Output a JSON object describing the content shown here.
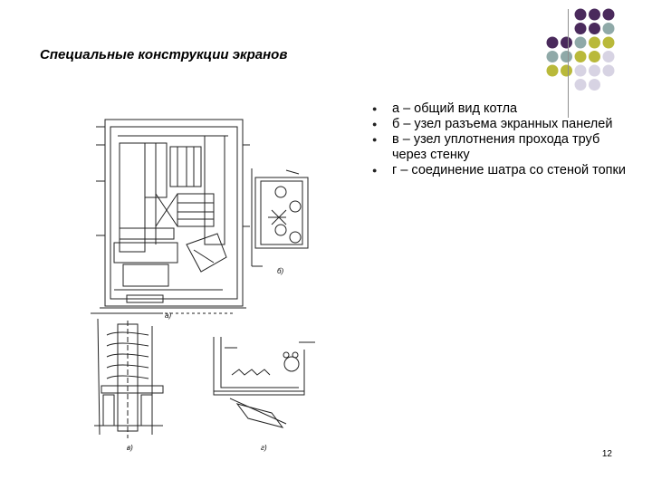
{
  "slide": {
    "title": "Специальные конструкции экранов",
    "bullets": [
      "а – общий вид котла",
      "б – узел разъема экранных панелей",
      "в – узел уплотнения прохода труб через стенку",
      "г – соединение шатра со стеной топки"
    ],
    "page_number": "12"
  },
  "figure_labels": {
    "a": "а)",
    "b": "б)",
    "v": "в)",
    "g": "г)"
  },
  "colors": {
    "purple": "#4a2a5c",
    "teal": "#8fa9a8",
    "olive": "#b9b93a",
    "lavender": "#d7d3e3"
  }
}
